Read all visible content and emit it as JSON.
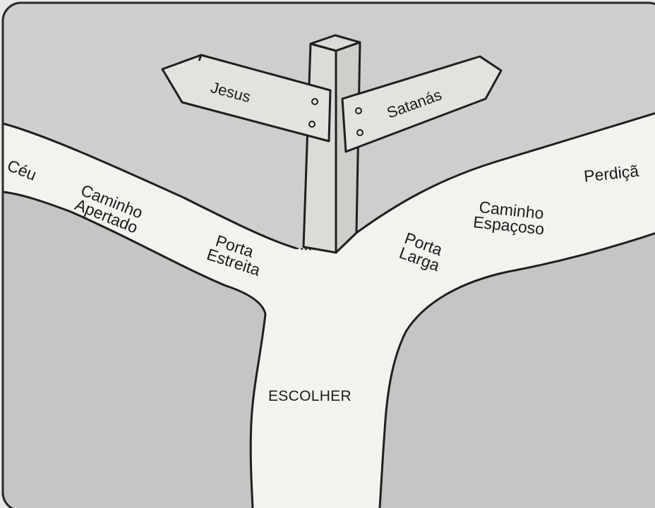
{
  "signpost": {
    "left_sign": "Jesus",
    "right_sign": "Satanás"
  },
  "left_path": {
    "destination": "Céu",
    "road": [
      "Caminho",
      "Apertado"
    ],
    "gate": [
      "Porta",
      "Estreita"
    ]
  },
  "right_path": {
    "destination": "Perdiçã",
    "road": [
      "Caminho",
      "Espaçoso"
    ],
    "gate": [
      "Porta",
      "Larga"
    ]
  },
  "center": {
    "label": "ESCOLHER"
  }
}
